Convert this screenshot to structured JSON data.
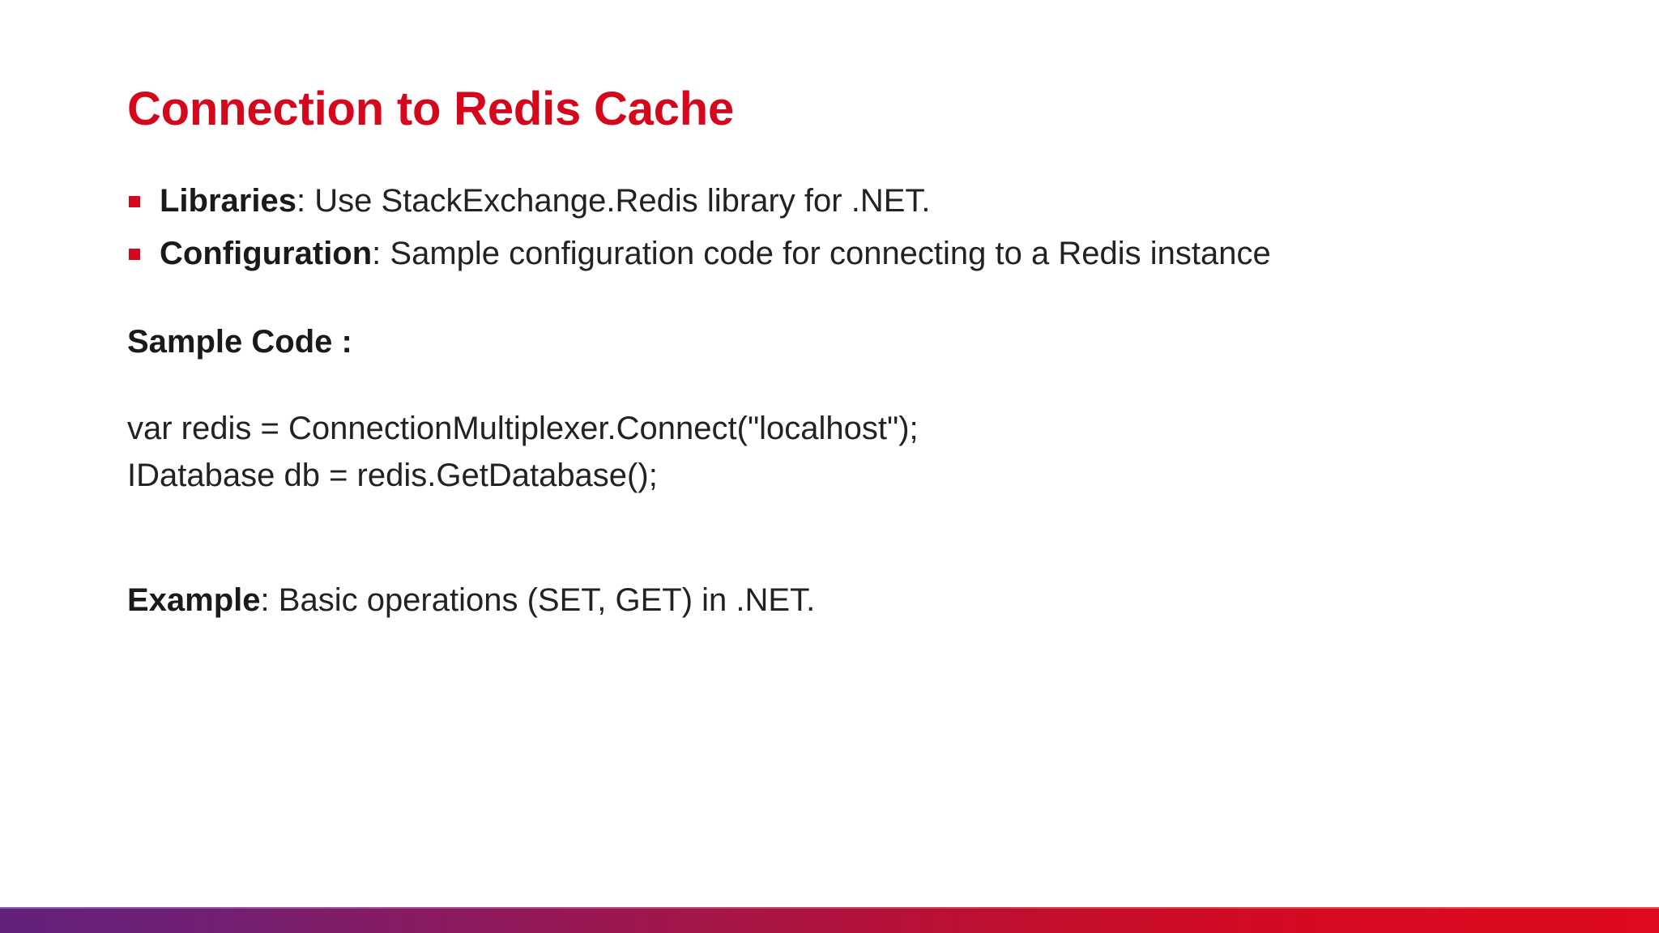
{
  "slide": {
    "title": "Connection to Redis Cache",
    "title_color": "#D4071C",
    "background_color": "#FFFFFF",
    "body_text_color": "#222222"
  },
  "bullets": [
    {
      "marker": "square-bullet",
      "marker_color": "#D4071C",
      "lead": "Libraries",
      "separator": ": ",
      "text": "Use StackExchange.Redis library for .NET."
    },
    {
      "marker": "square-bullet",
      "marker_color": "#D4071C",
      "lead": "Configuration",
      "separator": ": ",
      "text": "Sample configuration code for connecting to a Redis instance"
    }
  ],
  "sample_code": {
    "heading": "Sample Code :",
    "lines": [
      "var redis = ConnectionMultiplexer.Connect(\"localhost\");",
      "IDatabase db = redis.GetDatabase();"
    ]
  },
  "example": {
    "lead": "Example",
    "separator": ": ",
    "text": "Basic operations (SET, GET) in .NET."
  },
  "accent_bar": {
    "gradient_start": "#62217A",
    "gradient_end": "#DE0A1D"
  }
}
